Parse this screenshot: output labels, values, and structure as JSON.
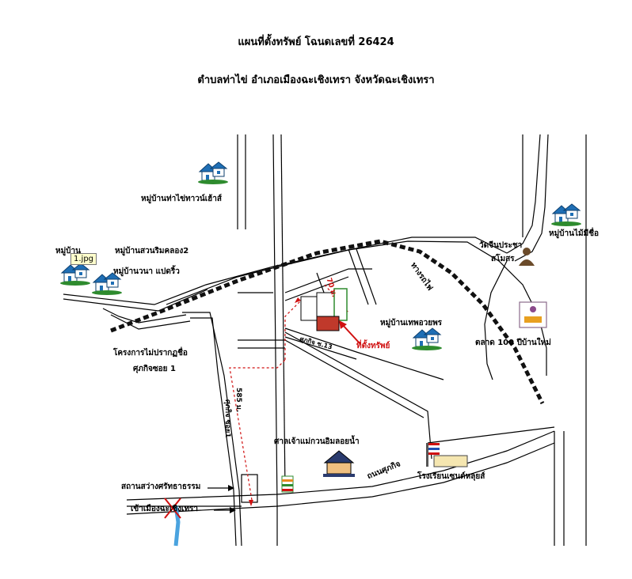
{
  "header": {
    "title": "แผนที่ตั้งทรัพย์ โฉนดเลขที่ 26424",
    "subtitle": "ตำบลท่าไข่  อำเภอเมืองฉะเชิงเทรา  จังหวัดฉะเชิงเทรา"
  },
  "tooltip": "1.jpg",
  "labels": {
    "village_thakhai": "หมู่บ้านท่าไข่ทาวน์เฮ้าส์",
    "village_suan": "หมู่บ้านสวนริมคลอง2",
    "village_suan_prefix": "หมู่บ้าน",
    "village_wana": "หมู่บ้านวนา แปดริ้ว",
    "railway": "ทางรถไฟ",
    "wat": "วัดจีนประชา",
    "wat2": "สโมสร",
    "village_maimi": "หมู่บ้านไม้มีชื่อ",
    "distance_70": "70 ม.",
    "soi_13": "ศุภกิจ ซ.13",
    "property": "ที่ตั้งทรัพย์",
    "village_thepphon": "หมู่บ้านเทพอวยพร",
    "market": "ตลาด 100  ปีบ้านใหม่",
    "project": "โครงการไม่ปรากฏชื่อ",
    "project_soi": "ศุภกิจซอย 1",
    "distance_585": "585 ม.",
    "soi_1": "ศุภกิจ ซอย1",
    "shrine": "ศาลเจ้าแม่กวนอิมลอยน้ำ",
    "road_supakit": "ถนนศุภกิจ",
    "school": "โรงเรียนเซนต์หลุยส์",
    "station": "สถานสว่างศรัทธาธรรม",
    "to_city": "เข้าเมืองฉะเชิงเทรา"
  },
  "icons": {
    "house": "house-icon",
    "temple": "temple-icon",
    "store": "convenience-store-icon",
    "school": "school-icon",
    "market": "market-icon",
    "buddha": "buddha-icon"
  },
  "colors": {
    "road": "#000000",
    "route": "#d01010",
    "property": "#c0392b",
    "house": "#1f6fb5",
    "grass": "#2e8b2e"
  }
}
